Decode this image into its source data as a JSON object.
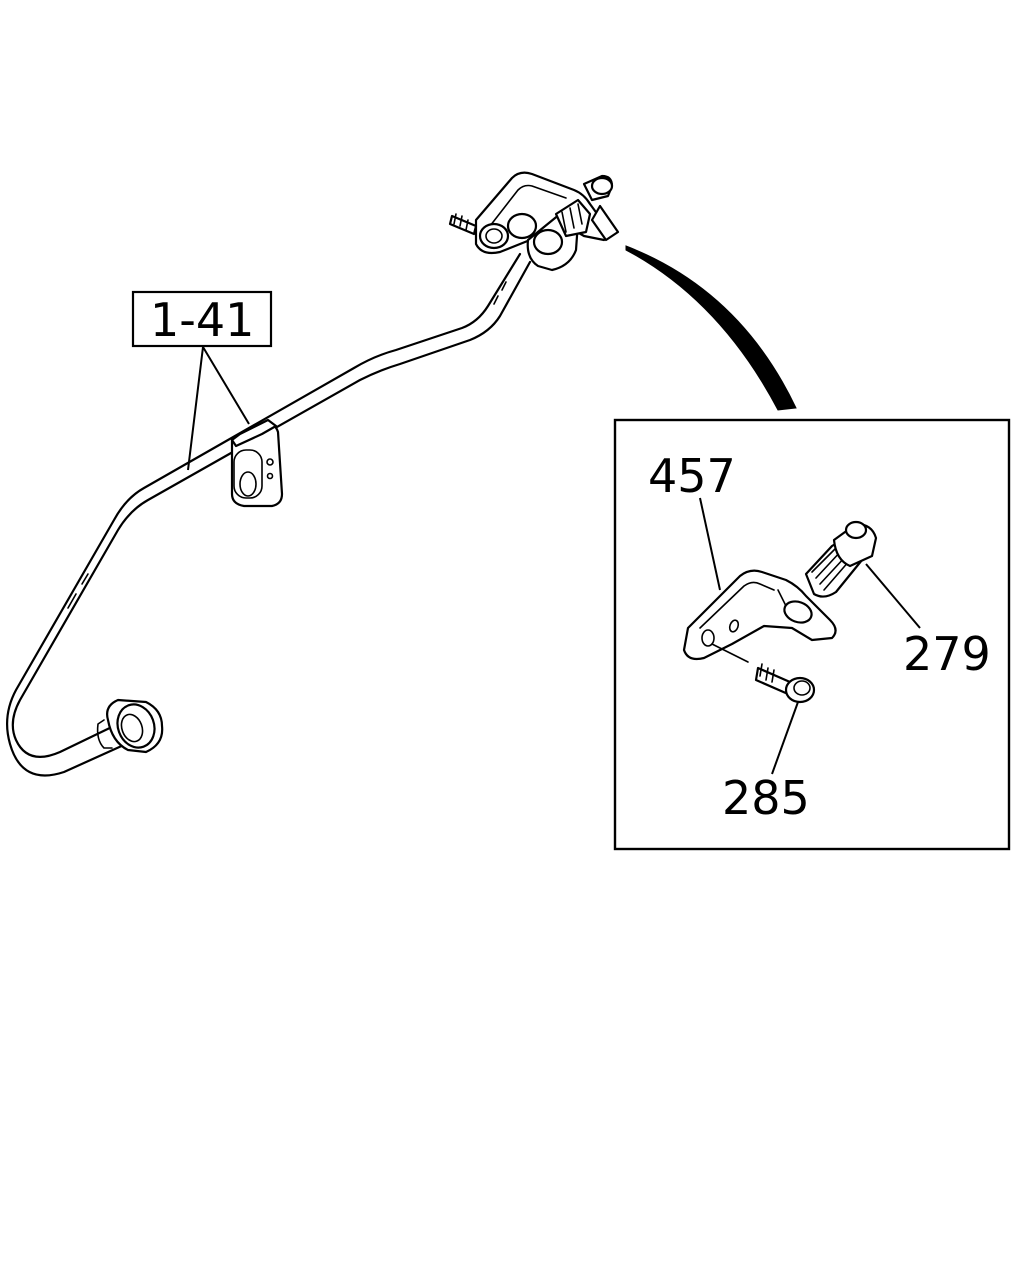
{
  "callouts": {
    "assembly_ref": "1-41",
    "bracket": "457",
    "fitting": "279",
    "bolt": "285"
  }
}
